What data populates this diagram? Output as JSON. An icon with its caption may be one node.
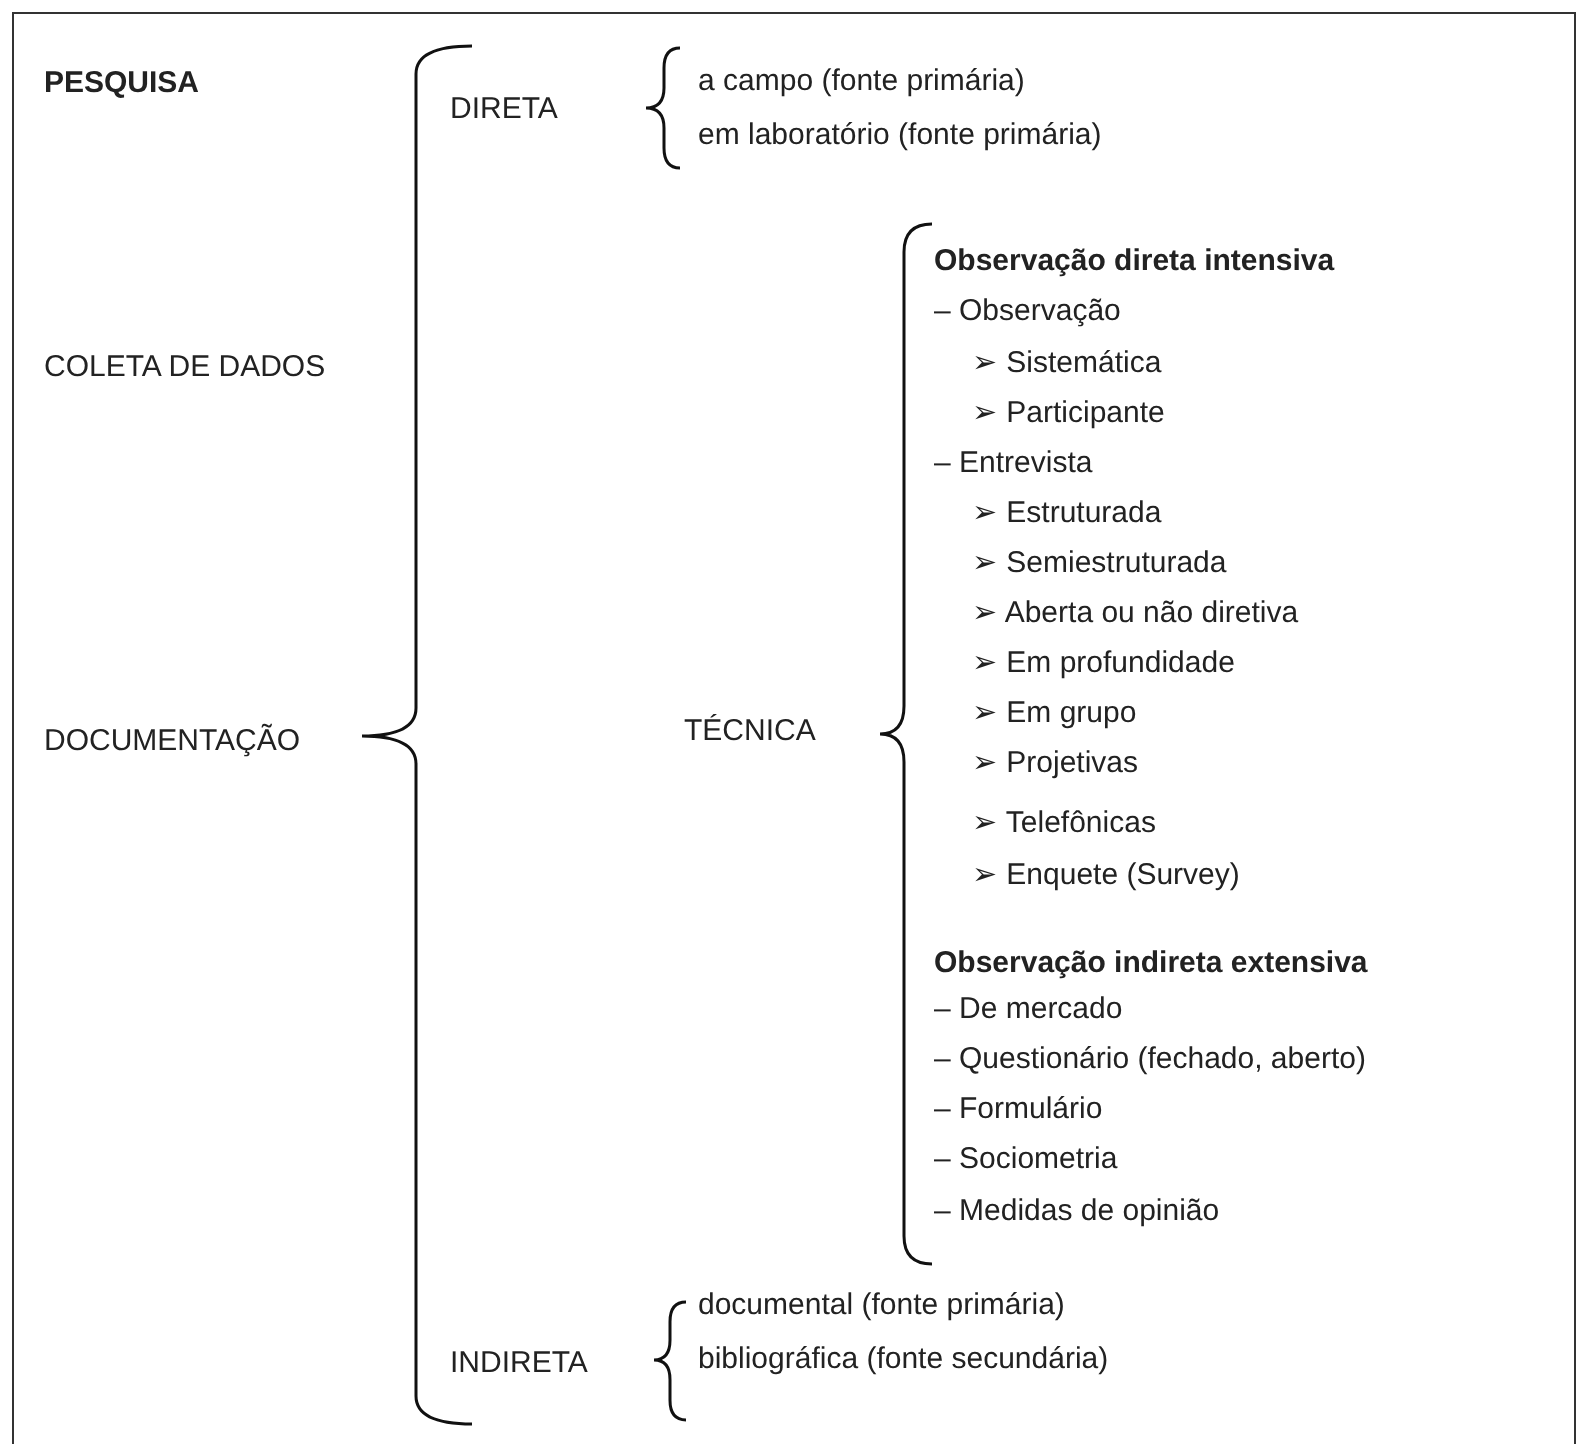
{
  "diagram": {
    "labels": [
      "PESQUISA",
      "DIRETA",
      "a campo (fonte primária)",
      "em laboratório (fonte primária)",
      "COLETA DE DADOS",
      "DOCUMENTAÇÃO",
      "TÉCNICA",
      "Observação direta intensiva",
      "– Observação",
      "➢ Sistemática",
      "➢ Participante",
      "– Entrevista",
      "➢ Estruturada",
      "➢ Semiestruturada",
      "➢ Aberta ou não diretiva",
      "➢ Em profundidade",
      "➢ Em grupo",
      "➢ Projetivas",
      "➢ Telefônicas",
      "➢ Enquete (Survey)",
      "Observação indireta extensiva",
      "– De mercado",
      "– Questionário (fechado, aberto)",
      "– Formulário",
      "– Sociometria",
      "– Medidas de opinião",
      "INDIRETA",
      "documental (fonte primária)",
      "bibliográfica (fonte secundária)"
    ]
  }
}
